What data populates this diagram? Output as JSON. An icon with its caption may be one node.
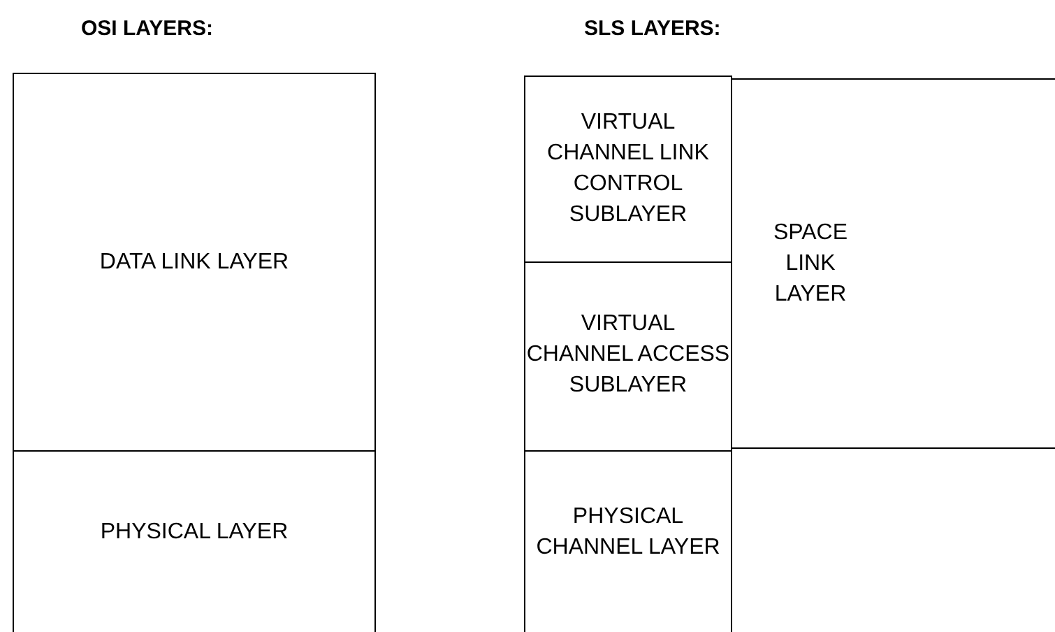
{
  "diagram": {
    "nodes": [
      {
        "text": [
          "DATA LINK LAYER"
        ]
      },
      {
        "text": [
          "PHYSICAL LAYER"
        ]
      },
      {
        "text": [
          "VIRTUAL CHANNEL LINK CONTROL SUBLAYER"
        ]
      },
      {
        "text": [
          "VIRTUAL CHANNEL ACCESS SUBLAYER"
        ]
      },
      {
        "text": [
          "PHYSICAL CHANNEL LAYER"
        ]
      },
      {
        "text": [
          "SPACE LINK LAYER"
        ]
      }
    ],
    "edges": [],
    "labels": [
      "OSI LAYERS:",
      "SLS LAYERS:"
    ]
  }
}
